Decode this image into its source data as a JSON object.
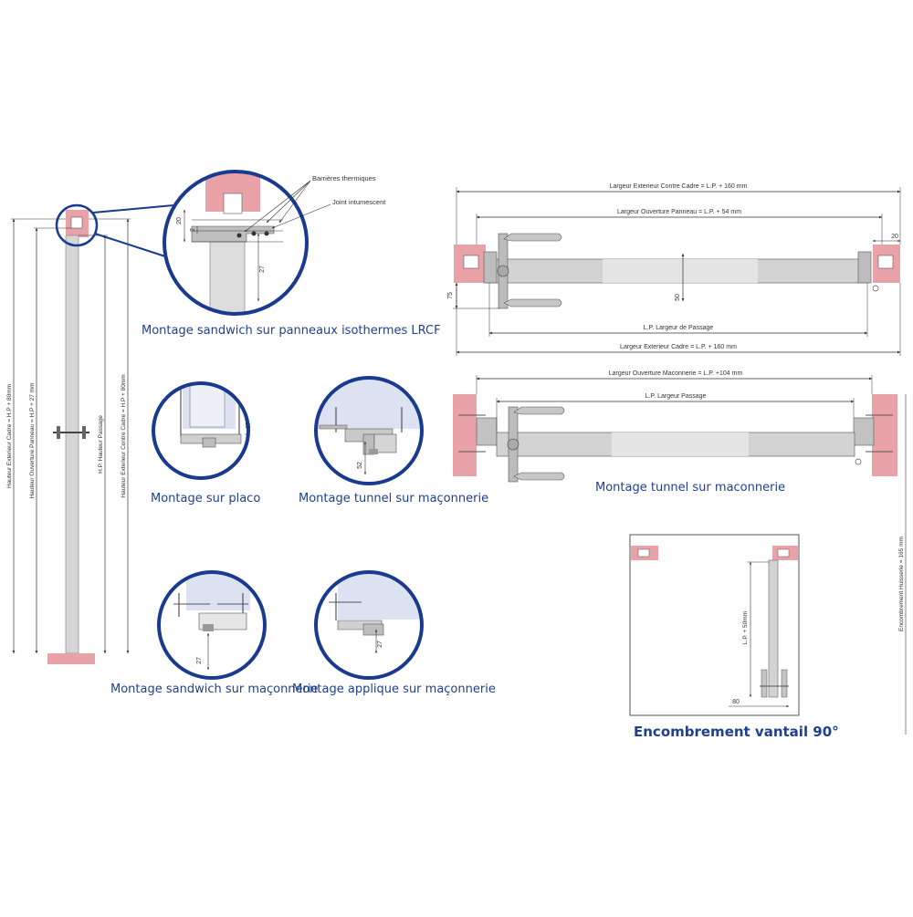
{
  "colors": {
    "accent_blue": "#1a3a8f",
    "caption_blue": "#1f3f8f",
    "frame_pink": "#e9a3a8",
    "panel_grey": "#d4d4d4",
    "panel_light": "#e6e6e6",
    "glass_blue": "#dde2f2",
    "line": "#333333"
  },
  "left_elevation": {
    "dim_outer": "Hauteur Exterieur Cadre = H.P + 80mm",
    "dim_panel": "Hauteur Ouverture Panneau = H.P + 27 mm",
    "dim_passage": "H.P. Hauteur Passage",
    "dim_contre": "Hauteur Exterieur Contre Cadre = H.P + 80mm"
  },
  "detail_lrcf": {
    "label_barriers": "Barrières thermiques",
    "label_joint": "Joint intumescent",
    "dim_20": "20",
    "dim_2": "2",
    "dim_27": "27",
    "caption": "Montage sandwich  sur panneaux isothermes LRCF"
  },
  "detail_placo": {
    "dim": "27",
    "caption": "Montage sur placo"
  },
  "detail_tunnel_small": {
    "dim": "52",
    "caption": "Montage tunnel sur maçonnerie"
  },
  "detail_sandwich": {
    "dim": "27",
    "caption": "Montage sandwich  sur maçonnerie"
  },
  "detail_applique": {
    "dim": "27",
    "caption": "Montage applique  sur maçonnerie"
  },
  "plan_top": {
    "dim_outer_contre": "Largeur Exterieur Contre Cadre = L.P. + 160 mm",
    "dim_panel": "Largeur Ouverture Panneau = L.P. + 54 mm",
    "dim_passage": "L.P. Largeur de Passage",
    "dim_outer_cadre": "Largeur Exterieur Cadre = L.P. + 160 mm",
    "dim_75": "75",
    "dim_50": "50",
    "dim_20": "20"
  },
  "plan_tunnel": {
    "dim_opening": "Largeur Ouverture Maconnerie = L.P. +104 mm",
    "dim_passage": "L.P. Largeur Passage",
    "dim_encombrement": "Encombrement Huisserie = 165 mm",
    "caption": "Montage tunnel sur maconnerie"
  },
  "vantail": {
    "dim_lp": "L.P. + 50mm",
    "dim_80": "80",
    "caption": "Encombrement vantail 90°"
  }
}
